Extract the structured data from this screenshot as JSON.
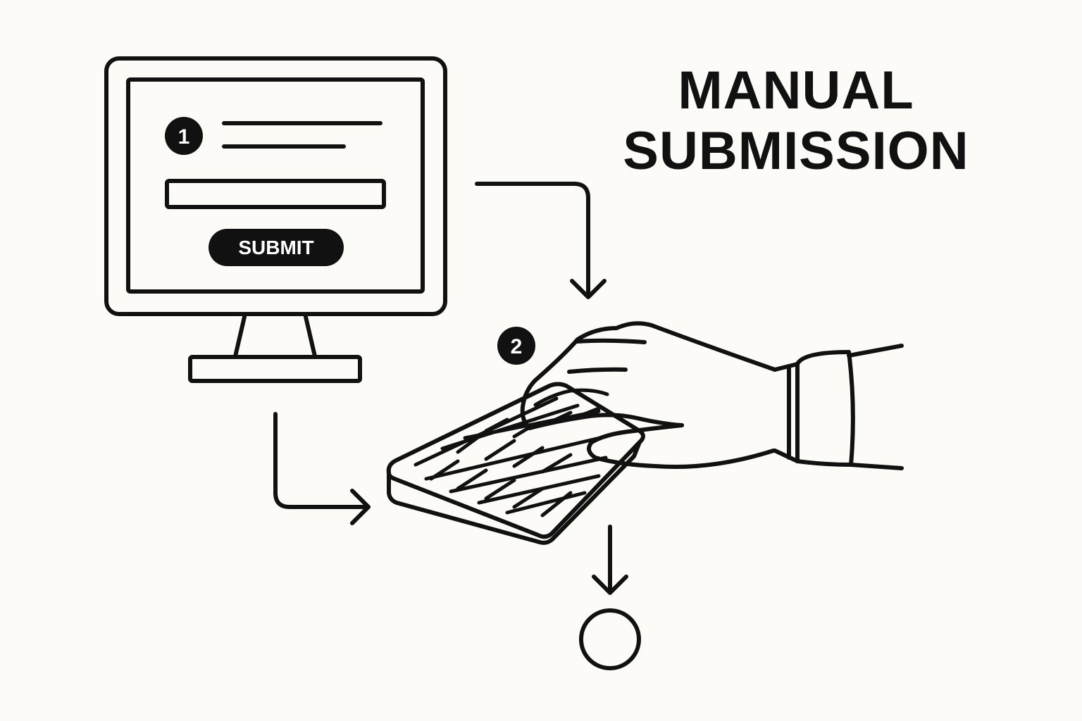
{
  "title": {
    "line1": "MANUAL",
    "line2": "SUBMISSION"
  },
  "form": {
    "submit_label": "SUBMIT"
  },
  "steps": [
    {
      "number": "1"
    },
    {
      "number": "2"
    }
  ],
  "icons": [
    "monitor-icon",
    "keyboard-icon",
    "hand-icon",
    "circle-result-icon",
    "arrow-icon"
  ],
  "colors": {
    "background": "#fcfbf7",
    "ink": "#111111",
    "button_text": "#ffffff"
  }
}
